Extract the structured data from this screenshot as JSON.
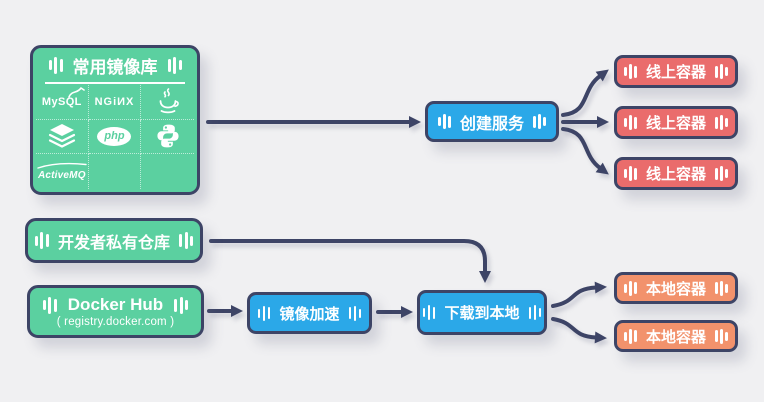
{
  "colors": {
    "green": "#5BD0A0",
    "blue": "#2BA8E8",
    "red": "#EA6C6C",
    "orange": "#F2926C",
    "outline": "#3D4466",
    "background": "#F0F0F2"
  },
  "nodes": {
    "library": {
      "title": "常用镜像库",
      "logos": {
        "mysql": "MySQL",
        "nginx": "NGiИX",
        "php": "php",
        "activemq": "ActiveMQ"
      }
    },
    "create_service": {
      "label": "创建服务"
    },
    "online_containers": [
      {
        "label": "线上容器"
      },
      {
        "label": "线上容器"
      },
      {
        "label": "线上容器"
      }
    ],
    "private_repo": {
      "label": "开发者私有仓库"
    },
    "docker_hub": {
      "title": "Docker Hub",
      "subtitle": "( registry.docker.com )"
    },
    "mirror_accel": {
      "label": "镜像加速"
    },
    "download_local": {
      "label": "下载到本地"
    },
    "local_containers": [
      {
        "label": "本地容器"
      },
      {
        "label": "本地容器"
      }
    ]
  }
}
